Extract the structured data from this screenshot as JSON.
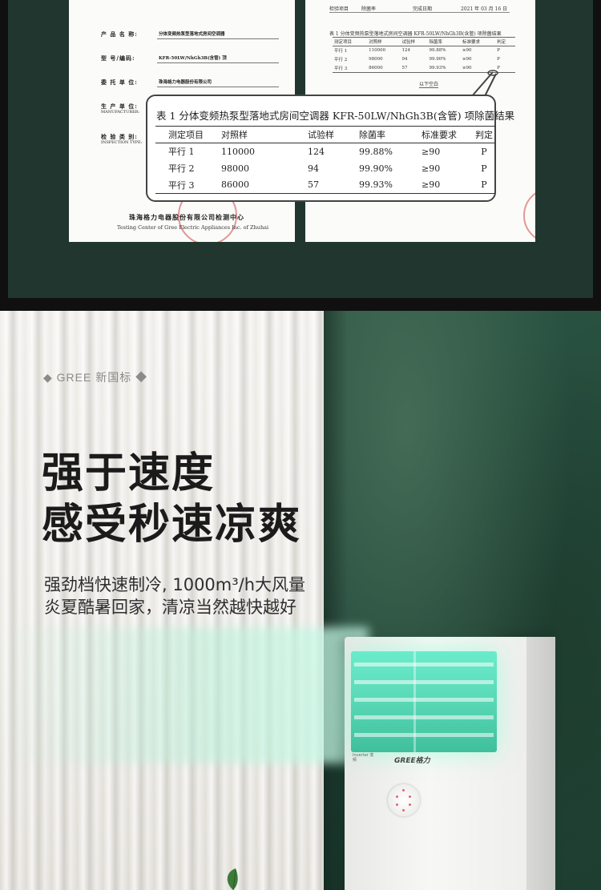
{
  "report": {
    "form": [
      {
        "label": "产 品 名 称:",
        "sublabel": "",
        "value": "分体变频热泵型落地式房间空调器"
      },
      {
        "label": "型 号/编码:",
        "sublabel": "",
        "value": "KFR-50LW/NhGh3B(含管)  顶"
      },
      {
        "label": "委 托 单 位:",
        "sublabel": "",
        "value": "珠海格力电器股份有限公司"
      },
      {
        "label": "生 产 单 位:",
        "sublabel": "MANUFACTURER:",
        "value": ""
      },
      {
        "label": "检 验 类 别:",
        "sublabel": "INSPECTION TYPE:",
        "value": ""
      }
    ],
    "org_cn": "珠海格力电器股份有限公司检测中心",
    "org_en": "Testing Center of Gree Electric Appliances Inc. of Zhuhai",
    "mini_header": {
      "item": "检验项目",
      "item_value": "除菌率",
      "date_label": "完成日期",
      "date_value": "2021 年 03 月 16 日"
    },
    "mini_caption": "表 1  分体变频热泵型落地式房间空调器 KFR-50LW/NhGh3B(含管)  项除菌结果",
    "mini_end": "以下空白",
    "table": {
      "caption": "表 1  分体变频热泵型落地式房间空调器 KFR-50LW/NhGh3B(含管)  项除菌结果",
      "headers": [
        "测定项目",
        "对照样",
        "试验样",
        "除菌率",
        "标准要求",
        "判定"
      ],
      "rows": [
        [
          "平行 1",
          "110000",
          "124",
          "99.88%",
          "≥90",
          "P"
        ],
        [
          "平行 2",
          "98000",
          "94",
          "99.90%",
          "≥90",
          "P"
        ],
        [
          "平行 3",
          "86000",
          "57",
          "99.93%",
          "≥90",
          "P"
        ]
      ]
    }
  },
  "hero": {
    "brand_tag": "◆ GREE 新国标 ◆",
    "headline_1": "强于速度",
    "headline_2": "感受秒速凉爽",
    "subline_1": "强劲档快速制冷, 1000m³/h大风量",
    "subline_2": "炎夏酷暑回家，清凉当然越快越好"
  },
  "product": {
    "brand": "GREE格力",
    "sticker": "Inverter 变频"
  },
  "colors": {
    "panel_green": "#223630",
    "wall_green": "#22473a",
    "airflow_mint": "#6aeccb",
    "seal_red": "#cd4646"
  }
}
